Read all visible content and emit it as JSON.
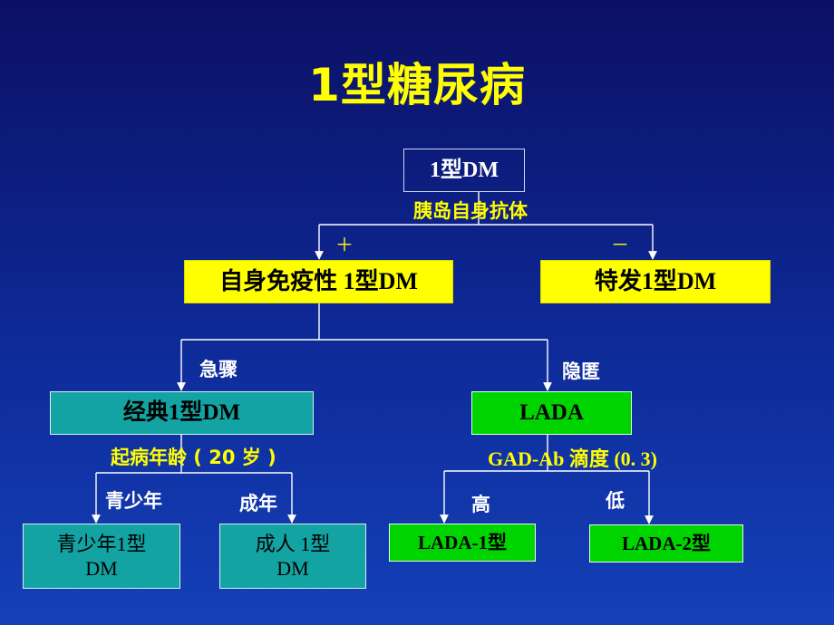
{
  "title": "1型糖尿病",
  "nodes": {
    "root": "1型DM",
    "autoimmune": "自身免疫性 1型DM",
    "idiopathic": "特发1型DM",
    "classic": "经典1型DM",
    "lada": "LADA",
    "juvenile": "青少年1型 DM",
    "adult": "成人 1型 DM",
    "lada1": "LADA-1型",
    "lada2": "LADA-2型"
  },
  "labels": {
    "antibody": "胰岛自身抗体",
    "plus": "＋",
    "minus": "－",
    "acute": "急骤",
    "latent": "隐匿",
    "onset_age": "起病年龄 ( 20 岁 )",
    "gad": "GAD-Ab 滴度 (0. 3)",
    "youth": "青少年",
    "adulthood": "成年",
    "high": "高",
    "low": "低"
  },
  "colors": {
    "title": "#ffff00",
    "yellow_box": "#ffff00",
    "teal_box": "#14a3a3",
    "green_box": "#00d400",
    "connector": "#ffffff"
  }
}
